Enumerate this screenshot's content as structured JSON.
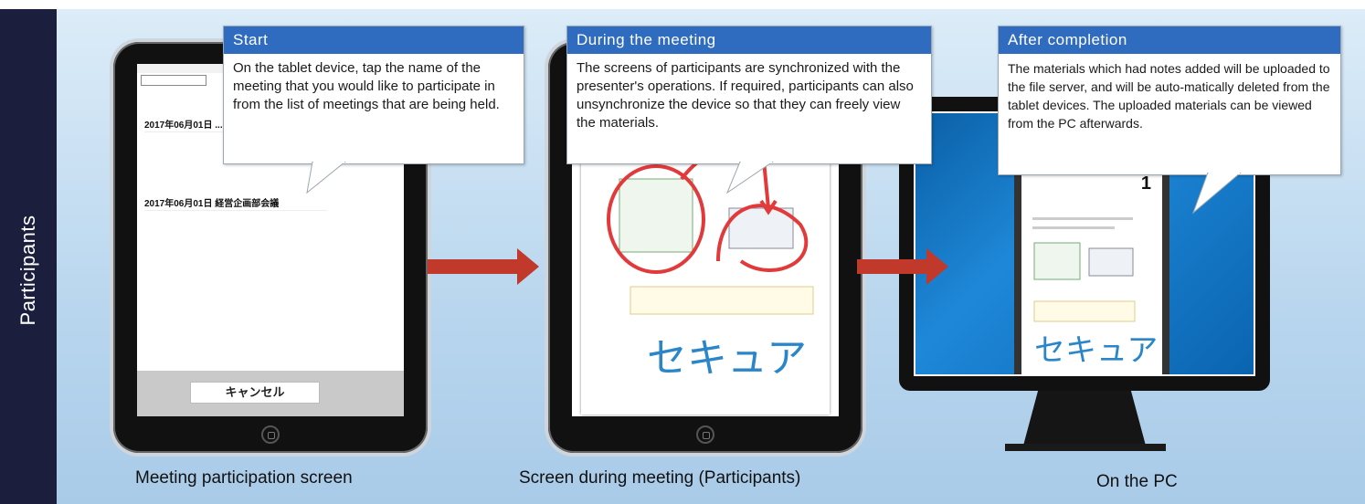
{
  "sidebar": {
    "label": "Participants"
  },
  "steps": [
    {
      "title": "Start",
      "text": "On the tablet device, tap the name of the meeting that you would like to participate in from the list of meetings that are being held.",
      "caption": "Meeting participation screen"
    },
    {
      "title": "During the meeting",
      "text": "The screens of participants are synchronized with the presenter's operations. If required, participants can also unsynchronize the device so that they can freely view the materials.",
      "caption": "Screen during meeting (Participants)"
    },
    {
      "title": "After completion",
      "text": "The materials which had notes added will be uploaded to the file server, and will be auto-matically deleted from the tablet devices. The uploaded materials can be viewed from the PC afterwards.",
      "caption": "On the PC"
    }
  ],
  "tablet1": {
    "meetings": [
      {
        "title": "2017年06月01日 ..."
      },
      {
        "title": "2017年06月01日 経営企画部会議"
      }
    ],
    "cancel_label": "キャンセル"
  },
  "handwriting": "セキュア",
  "pc_page_number": "1",
  "colors": {
    "accent": "#2f6cc0",
    "arrow": "#c0392b",
    "sidebar": "#1b1f3d"
  }
}
